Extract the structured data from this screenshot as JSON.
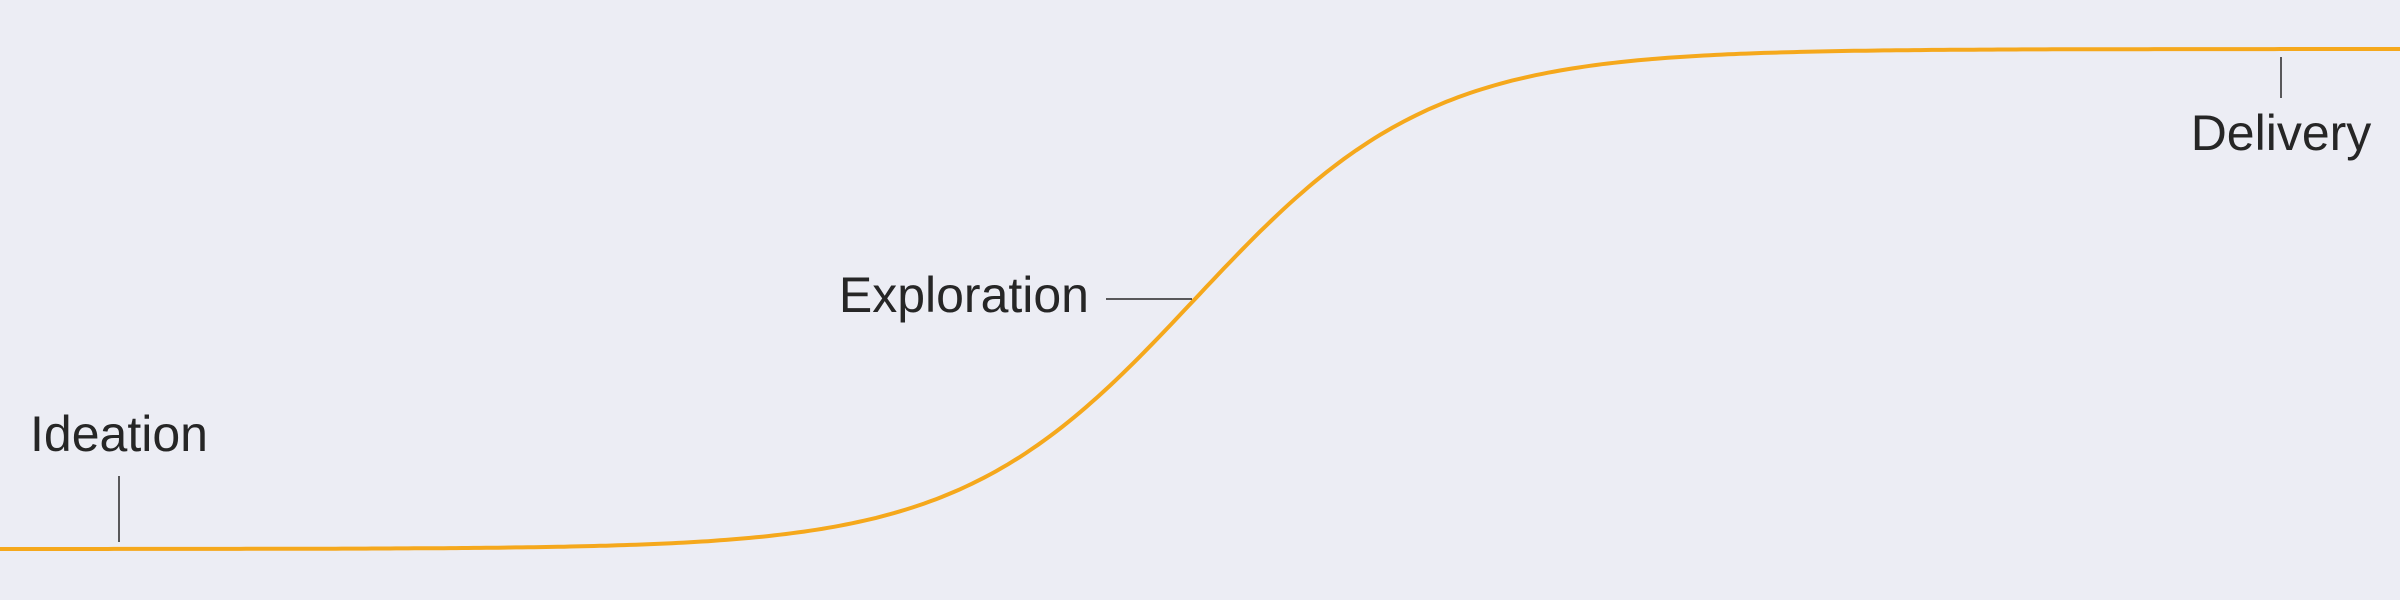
{
  "diagram": {
    "curve_color": "#f5a81c",
    "leader_color": "#262626",
    "background": "#ecedf4",
    "stages": [
      {
        "label": "Ideation"
      },
      {
        "label": "Exploration"
      },
      {
        "label": "Delivery"
      }
    ]
  }
}
